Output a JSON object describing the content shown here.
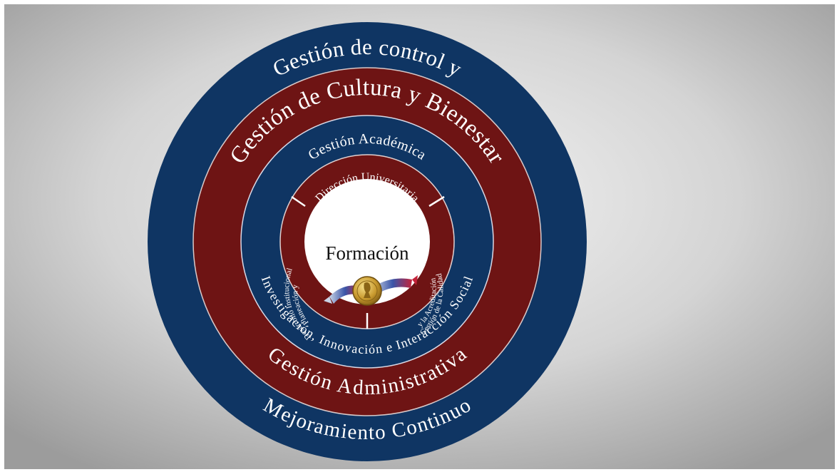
{
  "diagram": {
    "outer_ring": {
      "top_label": "Gestión de control y",
      "bottom_label": "Mejoramiento Continuo"
    },
    "second_ring": {
      "top_label": "Gestión de Cultura y Bienestar",
      "bottom_label": "Gestión Administrativa"
    },
    "third_ring": {
      "top_label": "Gestión Académica",
      "bottom_label": "Investigación, Innovación e Interacción Social"
    },
    "inner_ring": {
      "top_segment": "Dirección Universitaria",
      "left_segment_line1": "Planeación y",
      "left_segment_line2": "Desarrollo Institucional",
      "right_segment_line1": "Gestión de la Calidad",
      "right_segment_line2": "y la Acreditación"
    },
    "center": {
      "label": "Formación",
      "emblem": "university-seal-icon"
    }
  },
  "colors": {
    "navy": "#0f3563",
    "maroon": "#6e1414",
    "center": "#ffffff",
    "text": "#ffffff",
    "background_center": "#f2f2f2",
    "background_edge": "#9a9a9a",
    "seal_gold": "#c9a030"
  }
}
